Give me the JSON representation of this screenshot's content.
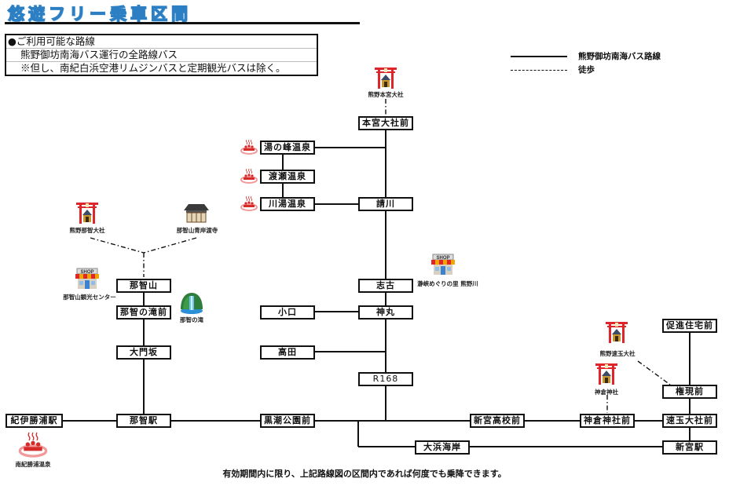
{
  "header": {
    "title": "悠遊フリー乗車区間"
  },
  "info_box": {
    "heading": "●ご利用可能な路線",
    "line1": "熊野御坊南海バス運行の全路線バス",
    "line2": "※但し、南紀白浜空港リムジンバスと定期観光バスは除く。"
  },
  "legend": {
    "bus_route_label": "熊野御坊南海バス路線",
    "walk_label": "徒歩"
  },
  "stops": {
    "hongu_taisha_mae": "本宮大社前",
    "yunomine_onsen": "湯の峰温泉",
    "watarase_onsen": "渡瀬温泉",
    "kawayu_onsen": "川湯温泉",
    "ukegawa": "請川",
    "shiko": "志古",
    "koguchi": "小口",
    "kamimaru": "神丸",
    "takata": "高田",
    "r168": "R168",
    "nachisan": "那智山",
    "nachi_no_taki_mae": "那智の滝前",
    "daimonzaka": "大門坂",
    "kii_katsuura_eki": "紀伊勝浦駅",
    "nachi_eki": "那智駅",
    "kuroshio_koen_mae": "黒潮公園前",
    "shingu_koko_mae": "新宮高校前",
    "kandakura_jinja_mae": "神倉神社前",
    "hayatama_taisha_mae": "速玉大社前",
    "shingu_eki": "新宮駅",
    "ohama_kaigan": "大浜海岸",
    "gongen_mae": "権現前",
    "sokushin_jutaku_mae": "促進住宅前"
  },
  "landmarks": {
    "kumano_hongu_taisha": {
      "label": "熊野本宮大社",
      "icon": "shrine-icon"
    },
    "kumano_nachi_taisha": {
      "label": "熊野那智大社",
      "icon": "shrine-icon"
    },
    "seiganto_ji": {
      "label": "那智山青岸渡寺",
      "icon": "temple-icon"
    },
    "nachisan_kanko_center": {
      "label": "那智山観光センター",
      "icon": "shop-icon"
    },
    "nachi_no_taki": {
      "label": "那智の滝",
      "icon": "waterfall-icon"
    },
    "kyokoku_meguri": {
      "label": "瀞峡めぐりの里 熊野川",
      "icon": "shop-icon"
    },
    "kumano_hayatama_taisha": {
      "label": "熊野速玉大社",
      "icon": "shrine-icon"
    },
    "kamikura_jinja": {
      "label": "神倉神社",
      "icon": "shrine-icon"
    },
    "nanki_katsuura_onsen": {
      "label": "南紀勝浦温泉",
      "icon": "hot-spring-icon"
    }
  },
  "colors": {
    "title_blue": "#2d7fc4",
    "torii_red": "#e0252a",
    "onsen_red": "#d42a2a"
  },
  "footer": {
    "note": "有効期間内に限り、上記路線図の区間内であれば何度でも乗降できます。"
  }
}
